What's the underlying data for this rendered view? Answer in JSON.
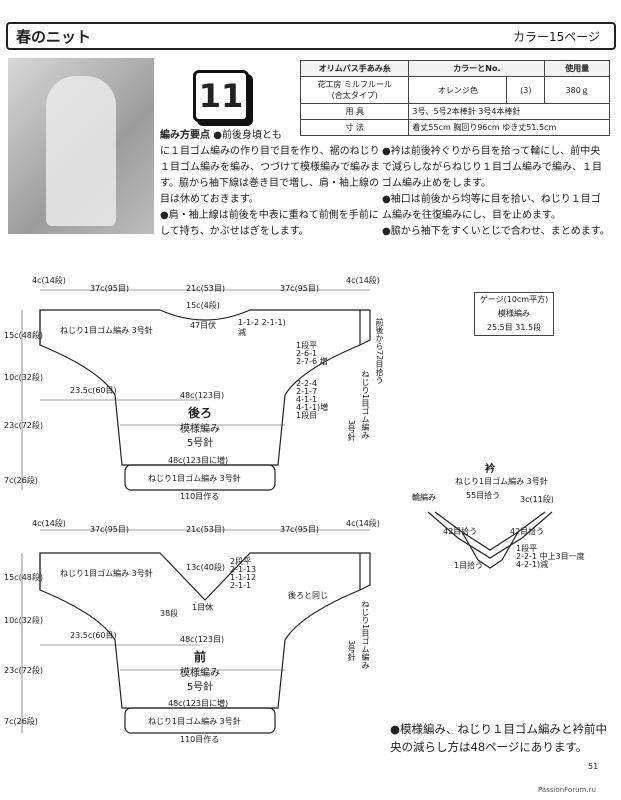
{
  "header": {
    "title": "春のニット",
    "page_ref": "カラー15ページ"
  },
  "pattern_number": "11",
  "spec_table": {
    "yarn_header": "オリムパス手あみ糸",
    "color_header": "カラーとNo.",
    "amount_header": "使用量",
    "yarn_name": "花工房 ミルフルール",
    "yarn_type": "(合太タイプ)",
    "color_name": "オレンジ色",
    "color_no": "(3)",
    "amount": "380ｇ",
    "tools_label": "用 具",
    "tools_value": "3号、5号2本棒針 3号4本棒針",
    "size_label": "寸 法",
    "size_value": "着丈55cm 胸回り96cm ゆき丈51.5cm"
  },
  "instructions": {
    "title": "編み方要点",
    "left": [
      "●前後身頃とも",
      "に１目ゴム編みの作り目で目を作り、裾のねじり",
      "１目ゴム編みを編み、つづけて模様編みで編みま",
      "す。脇から袖下線は巻き目で増し、肩・袖上線の",
      "目は休めておきます。",
      "●肩・袖上線は前後を中表に重ねて前側を手前に",
      "して持ち、かぶせはぎをします。"
    ],
    "right": [
      "●衿は前後衿ぐりから目を拾って輪にし、前中央",
      "で減らしながらねじり１目ゴム編みで編み、１目",
      "ゴム編み止めをします。",
      "●袖口は前後から均等に目を拾い、ねじり１目ゴ",
      "ム編みを往復編みにし、目を止めます。",
      "●脇から袖下をすくいとじで合わせ、まとめます。"
    ]
  },
  "gauge": {
    "title": "ゲージ(10cm平方)",
    "stitch": "模様編み",
    "values": "25.5目 31.5段"
  },
  "back": {
    "top_dims": [
      "4c(14段)",
      "37c(95目)",
      "21c(53目)",
      "37c(95目)",
      "4c(14段)"
    ],
    "neck": "15c(4段)",
    "neck_st": "47目伏",
    "neck_dec": "1-1-2 2-1-1)減",
    "label": "後ろ",
    "stitch": "模様編み",
    "needle": "5号針",
    "width": "48c(123目)",
    "hem_width": "48c(123目に増)",
    "hem_rib": "ねじり1目ゴム編み 3号針",
    "cast_on": "110目作る",
    "side_left": [
      "15c(48段)",
      "10c(32段)",
      "23c(72段)",
      "7c(26段)"
    ],
    "sleeve_left": "ねじり1目ゴム編み 3号針",
    "body_left": "23.5c(60目)",
    "inc_right": [
      "1段平",
      "2-6-1",
      "2-7-6 増",
      "2-2-4",
      "2-1-7",
      "4-1-1",
      "4-1-1)増",
      "1段目"
    ],
    "right_side": [
      "前後から72目拾う",
      "ねじり1目ゴム編み",
      "3号針"
    ]
  },
  "front": {
    "top_dims": [
      "4c(14段)",
      "37c(95目)",
      "21c(53目)",
      "37c(95目)",
      "4c(14段)"
    ],
    "neck_left": "13c(40段)",
    "neck_right": "2段平",
    "v_dec": [
      "2-1-13",
      "1-1-12",
      "2-1-1"
    ],
    "center": "1目休",
    "rows": "38段",
    "same_as_back": "後ろと同じ",
    "label": "前",
    "stitch": "模様編み",
    "needle": "5号針",
    "width": "48c(123目)",
    "hem_width": "48c(123目に増)",
    "hem_rib": "ねじり1目ゴム編み 3号針",
    "cast_on": "110目作る",
    "side_left": [
      "15c(48段)",
      "10c(32段)",
      "23c(72段)",
      "7c(26段)"
    ],
    "sleeve_left": "ねじり1目ゴム編み 3号針",
    "body_left": "23.5c(60目)",
    "right_side": [
      "ねじり1目ゴム編み",
      "3号針"
    ]
  },
  "collar": {
    "title": "衿",
    "rib": "ねじり1目ゴム編み 3号針",
    "bind": "輪編み",
    "count": "55目拾う",
    "height": "3c(11段)",
    "left": "42目拾う",
    "right": "42目拾う",
    "center": "1目拾う",
    "dec": [
      "1段平",
      "2-2-1 中上3目一度",
      "4-2-1)減"
    ]
  },
  "bottom_note": "●模様編み、ねじり１目ゴム編みと衿前中央の減らし方は48ページにあります。",
  "page_number": "51",
  "watermark": "PassionForum.ru"
}
